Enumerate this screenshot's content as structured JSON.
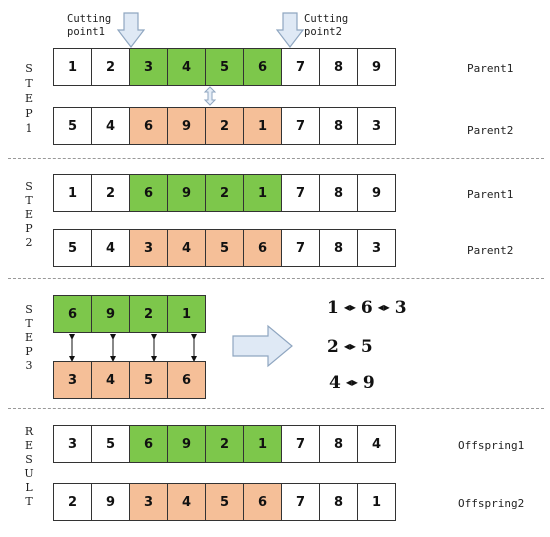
{
  "cutting_points": {
    "left": "Cutting point1",
    "right": "Cutting point2"
  },
  "colors": {
    "green": "#7dc74b",
    "orange": "#f5bf98"
  },
  "step1": {
    "label": [
      "S",
      "T",
      "E",
      "P",
      "1"
    ],
    "parent1": {
      "name": "Parent1",
      "cells": [
        "1",
        "2",
        "3",
        "4",
        "5",
        "6",
        "7",
        "8",
        "9"
      ]
    },
    "parent2": {
      "name": "Parent2",
      "cells": [
        "5",
        "4",
        "6",
        "9",
        "2",
        "1",
        "7",
        "8",
        "3"
      ]
    }
  },
  "step2": {
    "label": [
      "S",
      "T",
      "E",
      "P",
      "2"
    ],
    "parent1": {
      "name": "Parent1",
      "cells": [
        "1",
        "2",
        "6",
        "9",
        "2",
        "1",
        "7",
        "8",
        "9"
      ]
    },
    "parent2": {
      "name": "Parent2",
      "cells": [
        "5",
        "4",
        "3",
        "4",
        "5",
        "6",
        "7",
        "8",
        "3"
      ]
    }
  },
  "step3": {
    "label": [
      "S",
      "T",
      "E",
      "P",
      "3"
    ],
    "top": [
      "6",
      "9",
      "2",
      "1"
    ],
    "bottom": [
      "3",
      "4",
      "5",
      "6"
    ],
    "mappings": [
      [
        "1",
        "6",
        "3"
      ],
      [
        "2",
        "5"
      ],
      [
        "4",
        "9"
      ]
    ]
  },
  "result": {
    "label": [
      "R",
      "E",
      "S",
      "U",
      "L",
      "T"
    ],
    "offspring1": {
      "name": "Offspring1",
      "cells": [
        "3",
        "5",
        "6",
        "9",
        "2",
        "1",
        "7",
        "8",
        "4"
      ]
    },
    "offspring2": {
      "name": "Offspring2",
      "cells": [
        "2",
        "9",
        "3",
        "4",
        "5",
        "6",
        "7",
        "8",
        "1"
      ]
    }
  }
}
